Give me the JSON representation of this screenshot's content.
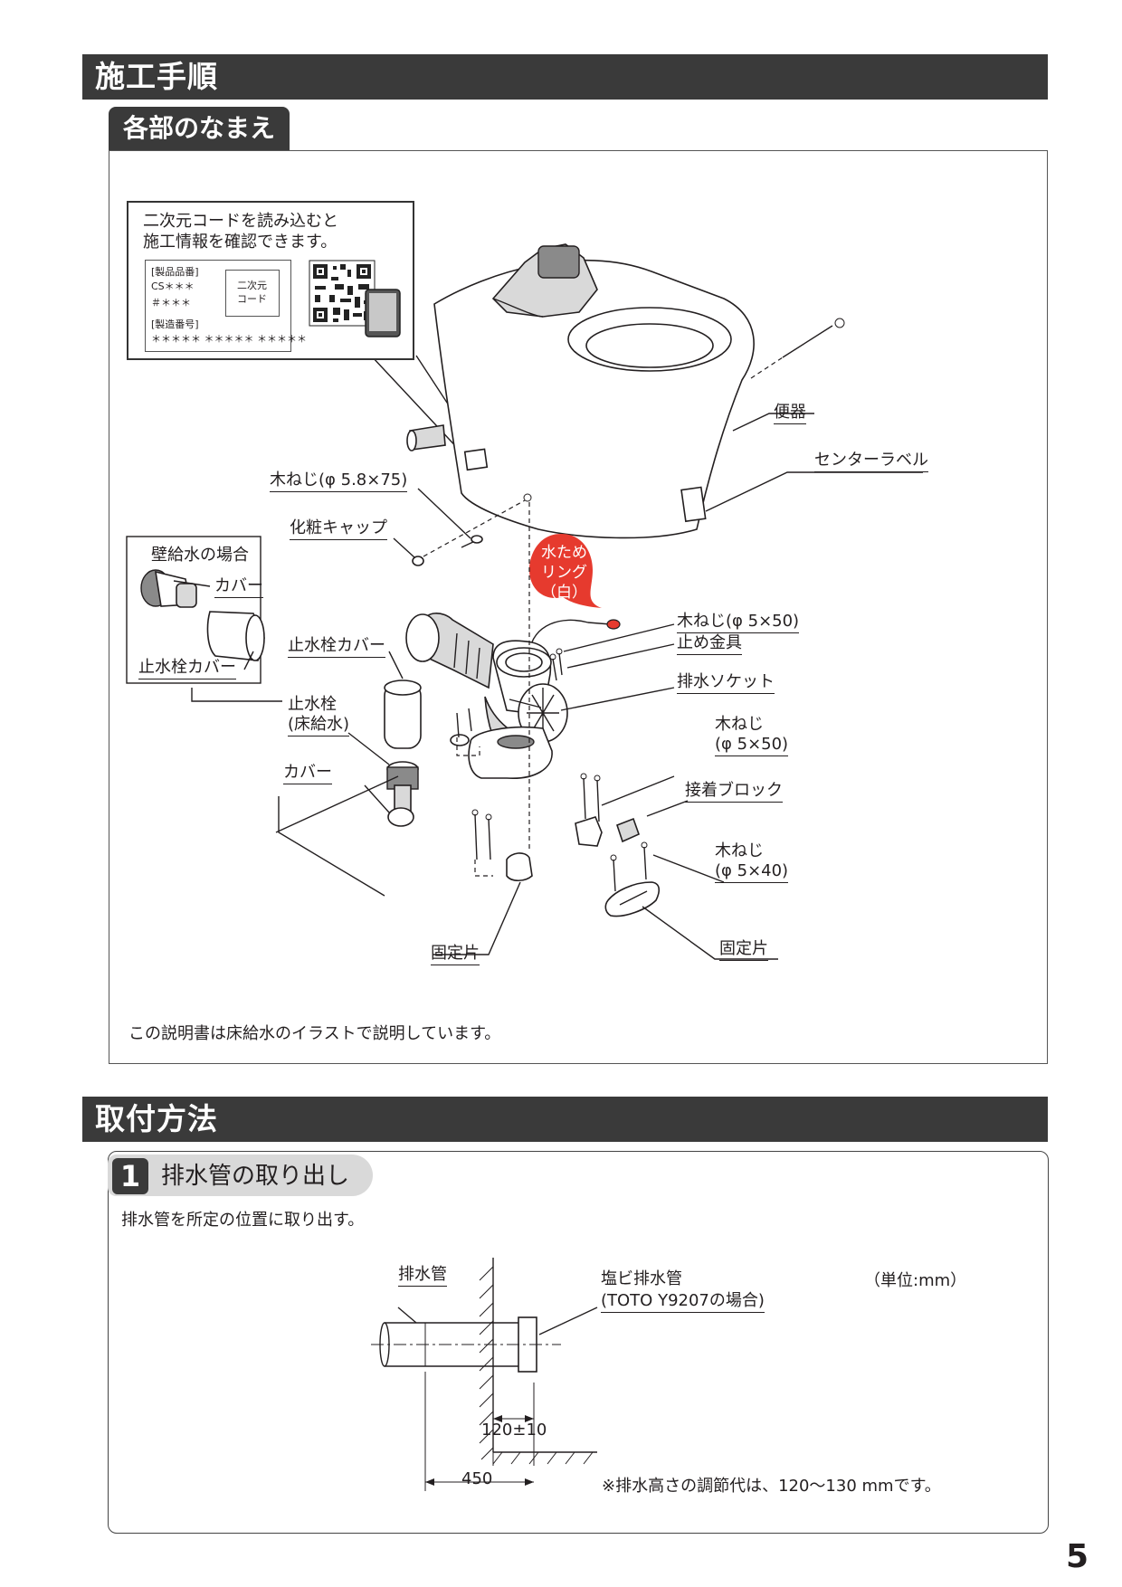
{
  "section1": {
    "title": "施工手順"
  },
  "parts_tab": {
    "title": "各部のなまえ"
  },
  "qr_box": {
    "line1": "二次元コードを読み込むと",
    "line2": "施工情報を確認できます。",
    "label_product_no": "[製品品番]",
    "label_cs": "CS＊＊＊",
    "label_hash": "＃＊＊＊",
    "label_serial": "[製造番号]",
    "serial_value": "＊＊＊＊＊ ＊＊＊＊＊ ＊＊＊＊＊",
    "qr_placeholder_1": "二次元",
    "qr_placeholder_2": "コード"
  },
  "parts": {
    "toilet": "便器",
    "center_label": "センターラベル",
    "wood_screw_1": "木ねじ(φ 5.8×75)",
    "decor_cap": "化粧キャップ",
    "ring_1": "水ため",
    "ring_2": "リング",
    "ring_3": "（白）",
    "wall_supply": "壁給水の場合",
    "cover_wall": "カバー",
    "valve_cover_wall": "止水栓カバー",
    "valve_cover": "止水栓カバー",
    "valve_1": "止水栓",
    "valve_2": "(床給水)",
    "cover": "カバー",
    "wood_screw_2": "木ねじ(φ 5×50)",
    "stop_bracket": "止め金具",
    "drain_socket": "排水ソケット",
    "wood_screw_3a": "木ねじ",
    "wood_screw_3b": "(φ 5×50)",
    "adhesive_block": "接着ブロック",
    "wood_screw_4a": "木ねじ",
    "wood_screw_4b": "(φ 5×40)",
    "fixing_piece_1": "固定片",
    "fixing_piece_2": "固定片",
    "note": "この説明書は床給水のイラストで説明しています。"
  },
  "section2": {
    "title": "取付方法"
  },
  "step1": {
    "number": "1",
    "title": "排水管の取り出し",
    "desc": "排水管を所定の位置に取り出す。",
    "label_pipe": "排水管",
    "label_pvc_1": "塩ビ排水管",
    "label_pvc_2": "(TOTO Y9207の場合)",
    "unit": "（単位:mm）",
    "dim_height": "120±10",
    "dim_length": "450",
    "note": "※排水高さの調節代は、120〜130 mmです。"
  },
  "page_number": "5"
}
